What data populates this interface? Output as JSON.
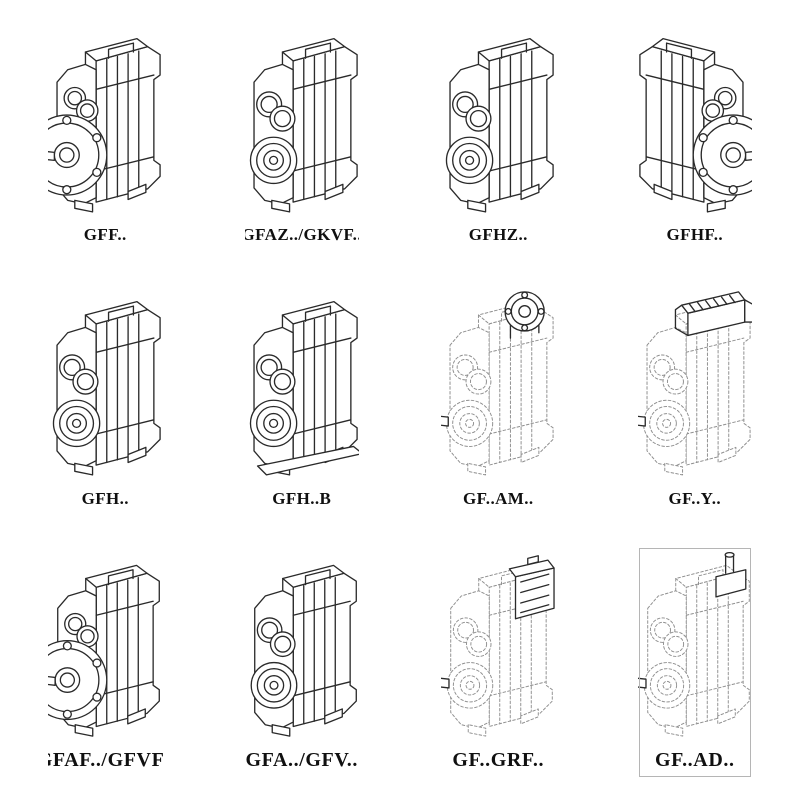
{
  "colors": {
    "line_ink": "#2a2a2a",
    "line_ghost": "#8f8f8f"
  },
  "items": [
    {
      "label": "GFF..",
      "style": "solid-flange-output"
    },
    {
      "label": "GFAZ../GKVF..",
      "style": "solid-hollow-shaft"
    },
    {
      "label": "GFHZ..",
      "style": "solid-hollow-shaft"
    },
    {
      "label": "GFHF..",
      "style": "solid-flange-mirrored"
    },
    {
      "label": "GFH..",
      "style": "solid-hollow-shaft"
    },
    {
      "label": "GFH..B",
      "style": "solid-hollow-shaft-base"
    },
    {
      "label": "GF..AM..",
      "style": "ghost-input-flange"
    },
    {
      "label": "GF..Y..",
      "style": "ghost-motor-top"
    },
    {
      "label": "GFAF../GFVF..",
      "style": "solid-flange-output"
    },
    {
      "label": "GFA../GFV..",
      "style": "solid-hollow-shaft"
    },
    {
      "label": "GF..GRF..",
      "style": "ghost-adapter-box"
    },
    {
      "label": "GF..AD..",
      "style": "ghost-top-shaft"
    }
  ]
}
